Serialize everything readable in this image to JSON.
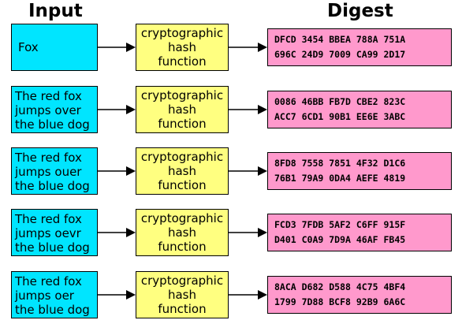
{
  "headings": {
    "input": "Input",
    "digest": "Digest"
  },
  "rows": [
    {
      "input": "Fox",
      "hash": "cryptographic\nhash\nfunction",
      "digest": "DFCD 3454 BBEA 788A 751A\n696C 24D9 7009 CA99 2D17"
    },
    {
      "input": "The red fox\njumps over\nthe blue dog",
      "hash": "cryptographic\nhash\nfunction",
      "digest": "0086 46BB FB7D CBE2 823C\nACC7 6CD1 90B1 EE6E 3ABC"
    },
    {
      "input": "The red fox\njumps ouer\nthe blue dog",
      "hash": "cryptographic\nhash\nfunction",
      "digest": "8FD8 7558 7851 4F32 D1C6\n76B1 79A9 0DA4 AEFE 4819"
    },
    {
      "input": "The red fox\njumps oevr\nthe blue dog",
      "hash": "cryptographic\nhash\nfunction",
      "digest": "FCD3 7FDB 5AF2 C6FF 915F\nD401 C0A9 7D9A 46AF FB45"
    },
    {
      "input": "The red fox\njumps oer\nthe blue dog",
      "hash": "cryptographic\nhash\nfunction",
      "digest": "8ACA D682 D588 4C75 4BF4\n1799 7D88 BCF8 92B9 6A6C"
    }
  ],
  "colors": {
    "input_fill": "#00e5ff",
    "hash_fill": "#ffff80",
    "digest_fill": "#ff99cc"
  }
}
